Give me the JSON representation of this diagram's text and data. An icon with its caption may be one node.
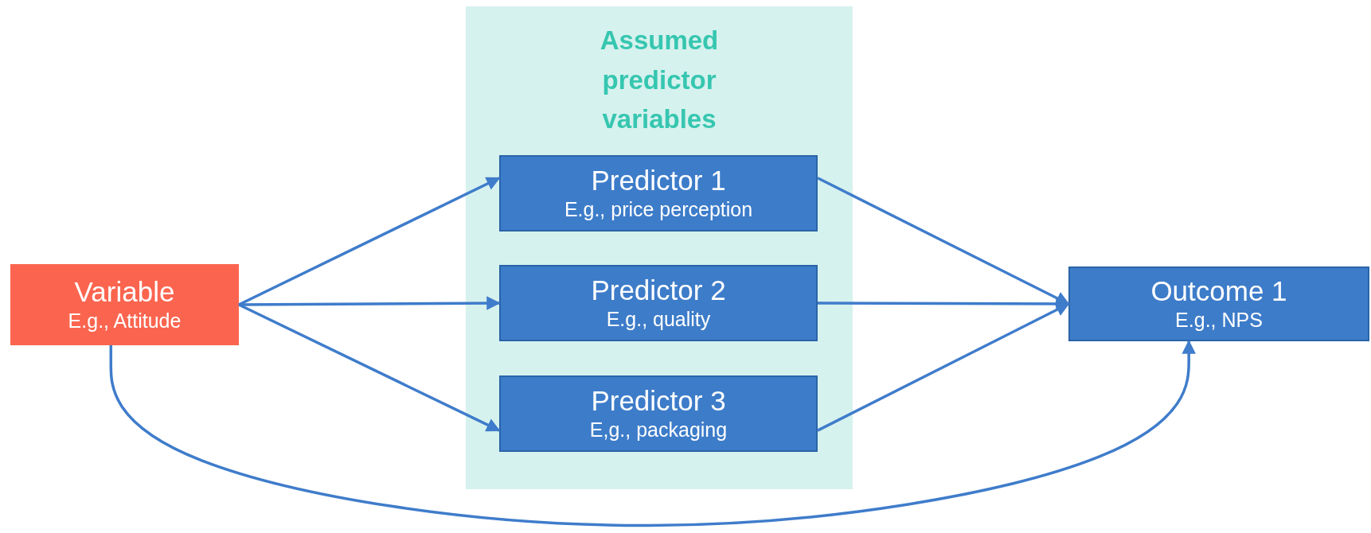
{
  "diagram": {
    "nodes": [
      {
        "text": [
          "Assumed predictor variables"
        ]
      },
      {
        "text": [
          "Predictor 1",
          "E.g., price perception"
        ],
        "in": 0
      },
      {
        "text": [
          "Predictor 2",
          "E.g., quality"
        ],
        "in": 0
      },
      {
        "text": [
          "Predictor 3",
          "E,g., packaging"
        ],
        "in": 0
      },
      {
        "text": [
          "Variable",
          "E.g., Attitude"
        ]
      },
      {
        "text": [
          "Outcome 1",
          "E.g., NPS"
        ]
      }
    ],
    "edges": [
      {
        "from": 4,
        "to": 1,
        "arrow": "to"
      },
      {
        "from": 4,
        "to": 2,
        "arrow": "to"
      },
      {
        "from": 4,
        "to": 3,
        "arrow": "to"
      },
      {
        "from": 1,
        "to": 5,
        "arrow": "to"
      },
      {
        "from": 2,
        "to": 5,
        "arrow": "to"
      },
      {
        "from": 3,
        "to": 5,
        "arrow": "to"
      },
      {
        "from": 4,
        "to": 5,
        "arrow": "to"
      }
    ]
  }
}
